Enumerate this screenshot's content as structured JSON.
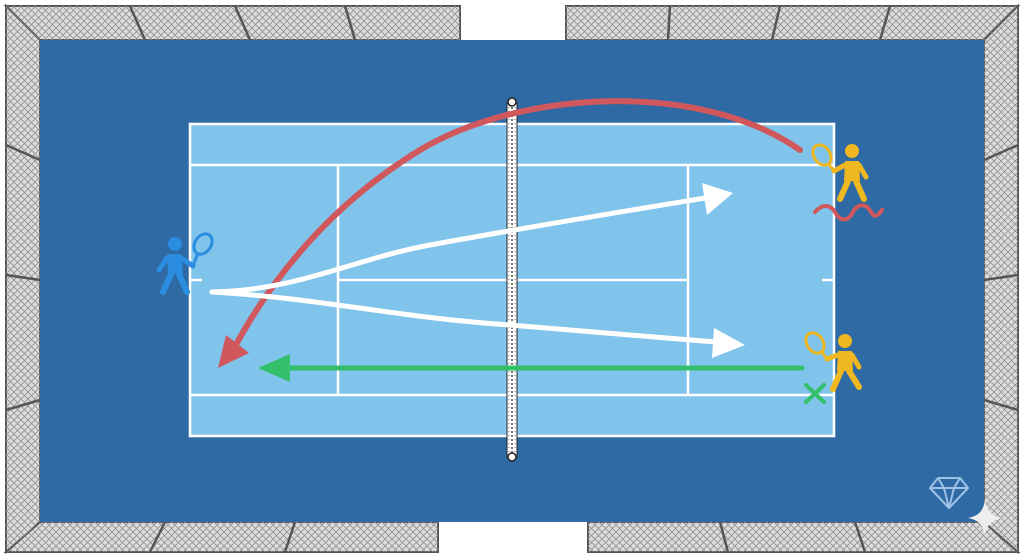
{
  "scene": {
    "type": "tennis-court-tactics",
    "colors": {
      "surround": "#2f6aa5",
      "court": "#80c4ec",
      "court_lines": "#ffffff",
      "fence_frame": "#555555",
      "fence_mesh": "#dcdcdc",
      "net": "#222222",
      "player_left": "#2a8de0",
      "player_right": "#f0b820",
      "shot_red": "#d0575b",
      "shot_white": "#ffffff",
      "shot_green": "#34c06a",
      "marker_green": "#34c06a",
      "wave_red": "#d0575b"
    },
    "players": [
      {
        "id": "left-player",
        "side": "left",
        "color_key": "player_left",
        "icon": "tennis-player-icon"
      },
      {
        "id": "right-top-player",
        "side": "right",
        "color_key": "player_right",
        "icon": "tennis-player-icon"
      },
      {
        "id": "right-bottom-player",
        "side": "right",
        "color_key": "player_right",
        "icon": "tennis-player-icon"
      }
    ],
    "shots": [
      {
        "id": "lob",
        "color_key": "shot_red",
        "from": "right-top-player",
        "to": "left-baseline"
      },
      {
        "id": "cross-court-high",
        "color_key": "shot_white",
        "from": "left-player",
        "to": "right-service-box-top"
      },
      {
        "id": "cross-court-low",
        "color_key": "shot_white",
        "from": "left-player",
        "to": "right-service-box-bottom"
      },
      {
        "id": "drive",
        "color_key": "shot_green",
        "from": "right-bottom-player",
        "to": "left-service-line"
      }
    ],
    "markers": [
      {
        "id": "x-marker",
        "color_key": "marker_green",
        "icon": "x-icon"
      },
      {
        "id": "wave-marker",
        "color_key": "wave_red",
        "icon": "wave-icon"
      }
    ],
    "watermark_icon": "diamond-icon"
  }
}
